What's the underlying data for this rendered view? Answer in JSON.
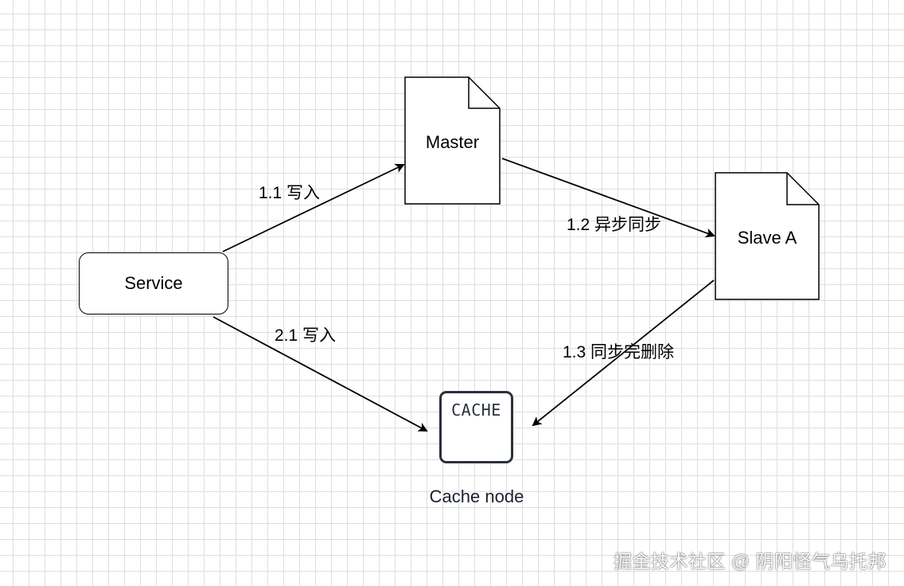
{
  "nodes": {
    "master": {
      "label": "Master"
    },
    "slave": {
      "label": "Slave A"
    },
    "service": {
      "label": "Service"
    },
    "cache": {
      "icon_text": "CACHE",
      "label": "Cache node",
      "icon": "cache-icon"
    }
  },
  "edges": {
    "service_to_master": {
      "label": "1.1 写入"
    },
    "master_to_slave": {
      "label": "1.2 异步同步"
    },
    "slave_to_cache": {
      "label": "1.3  同步完删除"
    },
    "service_to_cache": {
      "label": "2.1 写入"
    }
  },
  "watermark": "掘金技术社区 @ 阴阳怪气乌托邦",
  "colors": {
    "stroke": "#000000",
    "cache_icon": "#2a313a",
    "grid": "#dedede"
  }
}
